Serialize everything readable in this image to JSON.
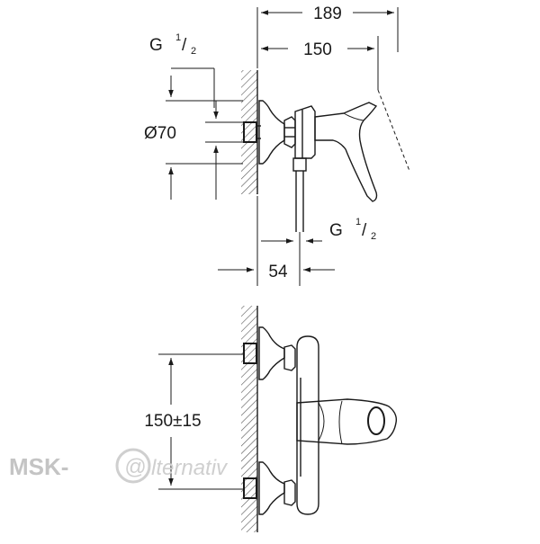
{
  "dimensions": {
    "overall_depth": "189",
    "handle_depth": "150",
    "inlet_thread_top_prefix": "G ",
    "inlet_thread_top_num": "1",
    "inlet_thread_top_den": "2",
    "flange_diameter": "Ø70",
    "outlet_thread_prefix": "G ",
    "outlet_thread_num": "1",
    "outlet_thread_den": "2",
    "outlet_offset": "54",
    "center_distance": "150±15"
  },
  "watermark": {
    "brand": "MSK-",
    "at_symbol": "@",
    "suffix": "lternativ"
  },
  "colors": {
    "line": "#1a1a1a",
    "hatch": "#555555",
    "watermark": "#c4c4c4"
  }
}
